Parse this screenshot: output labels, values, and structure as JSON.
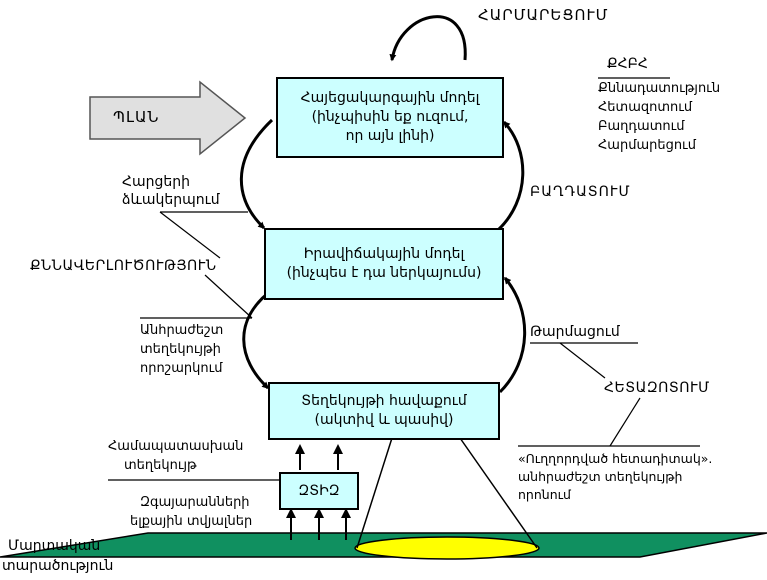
{
  "labels": {
    "hamamardzum_top": "ՀԱՐՄԱՐԵՑՈՒՄ",
    "plan": "ՊԼԱՆ",
    "kndhk": "ՔՀԲՀ",
    "legend_items": [
      "Քննադատություն",
      "Հետազոտում",
      "Բաղդատում",
      "Հարմարեցում"
    ],
    "hartseri_line1": "Հարցերի",
    "hartseri_line2": "ձևակերպում",
    "bagdatum": "ԲԱՂԴԱՏՈՒՄ",
    "knnaverlutsutyun": "ՔՆՆԱՎԵՐԼՈՒԾՈՒԹՅՈՒՆ",
    "anhrazhesht_line1": "Անհրաժեշտ",
    "anhrazhesht_line2": "տեղեկույթի",
    "anhrazhesht_line3": "որոշարկում",
    "tarmatsum": "Թարմացում",
    "hetazotum": "ՀԵՏԱԶՈՏՈՒՄ",
    "hamapatasxan_line1": "Համապատասխան",
    "hamapatasxan_line2": "տեղեկույթ",
    "uxghordvac_line1": "«Ուղղորդված հետադիտակ».",
    "uxghordvac_line2": "անհրաժեշտ տեղեկույթի",
    "uxghordvac_line3": "որոնում",
    "zgayaranneri_line1": "Զգայարանների",
    "zgayaranneri_line2": "ելքային տվյալներ",
    "martakan_line1": "Մարտական",
    "martakan_line2": "տարածություն"
  },
  "boxes": {
    "conceptual": {
      "title": "Հայեցակարգային մոդել",
      "line2": "(ինչպիսին եք ուզում,",
      "line3": "որ այն լինի)"
    },
    "realistic": {
      "title": "Իրավիճակային մոդել",
      "line2": "(ինչպես է դա ներկայումս)"
    },
    "info": {
      "title": "Տեղեկույթի հավաքում",
      "line2": "(ակտիվ և պասիվ)"
    },
    "sensors": {
      "title": "ԶՏԻԶ"
    }
  },
  "colors": {
    "box_fill": "#ccffff",
    "ground_fill": "#109060",
    "ellipse_fill": "#ffff00",
    "plan_arrow_fill": "#e0e0e0",
    "stroke": "#000000"
  }
}
